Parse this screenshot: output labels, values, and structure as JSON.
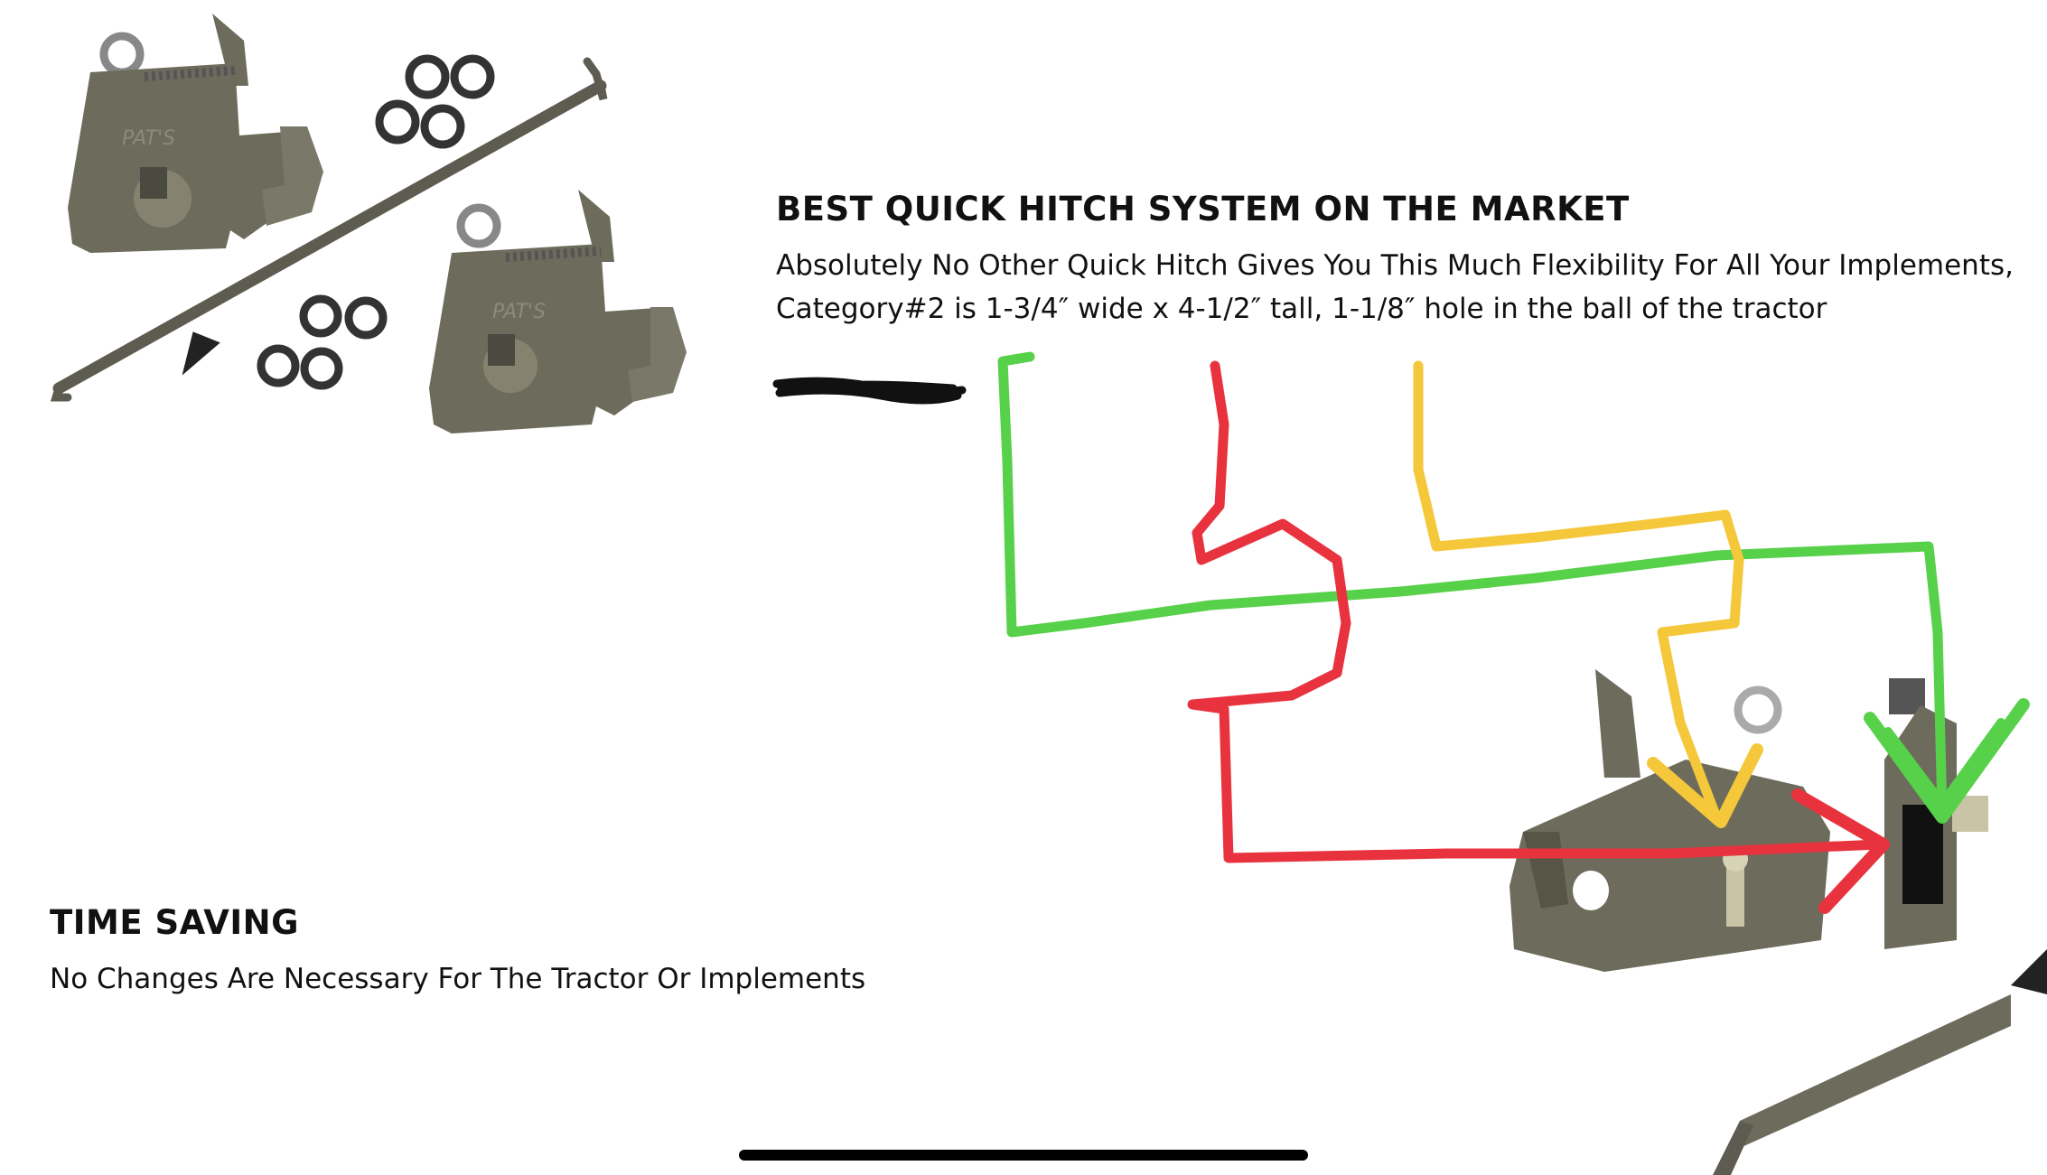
{
  "section_market": {
    "title": "BEST QUICK HITCH SYSTEM ON THE MARKET",
    "line1": "Absolutely No Other Quick Hitch Gives You This Much Flexibility For All Your Implements,",
    "line2": "Category#2 is 1-3/4″ wide x 4-1/2″ tall, 1-1/8″ hole in the ball of the tractor"
  },
  "section_time": {
    "title": "TIME SAVING",
    "body": "No Changes Are Necessary For The Tractor Or Implements"
  },
  "product_image": {
    "icon": "quick-hitch-kit-image",
    "brand_stamp": "PAT'S"
  },
  "annotation_colors": {
    "green": "#57d14a",
    "red": "#e8333f",
    "yellow": "#f5c73a",
    "scribble": "#111111"
  },
  "hitch_color": "#6d6b5b"
}
